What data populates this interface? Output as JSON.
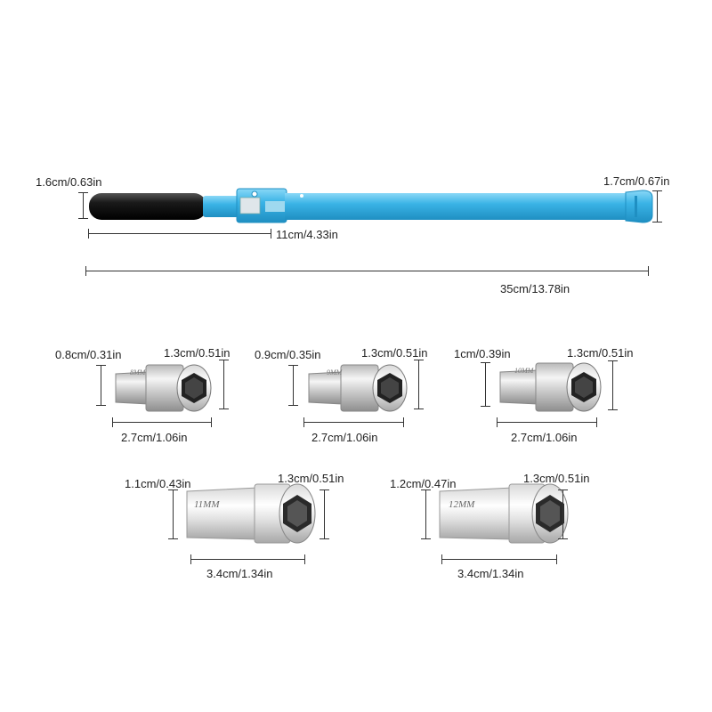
{
  "wrench": {
    "handle_diameter": "1.6cm/0.63in",
    "head_diameter": "1.7cm/0.67in",
    "handle_length": "11cm/4.33in",
    "total_length": "35cm/13.78in",
    "handle_color": "#1a1a1a",
    "shaft_color": "#3ab3e6"
  },
  "sockets": [
    {
      "size_mark": "8MM",
      "small_end": "0.8cm/0.31in",
      "large_end": "1.3cm/0.51in",
      "length": "2.7cm/1.06in"
    },
    {
      "size_mark": "9MM",
      "small_end": "0.9cm/0.35in",
      "large_end": "1.3cm/0.51in",
      "length": "2.7cm/1.06in"
    },
    {
      "size_mark": "10MM",
      "small_end": "1cm/0.39in",
      "large_end": "1.3cm/0.51in",
      "length": "2.7cm/1.06in"
    },
    {
      "size_mark": "11MM",
      "small_end": "1.1cm/0.43in",
      "large_end": "1.3cm/0.51in",
      "length": "3.4cm/1.34in"
    },
    {
      "size_mark": "12MM",
      "small_end": "1.2cm/0.47in",
      "large_end": "1.3cm/0.51in",
      "length": "3.4cm/1.34in"
    }
  ]
}
